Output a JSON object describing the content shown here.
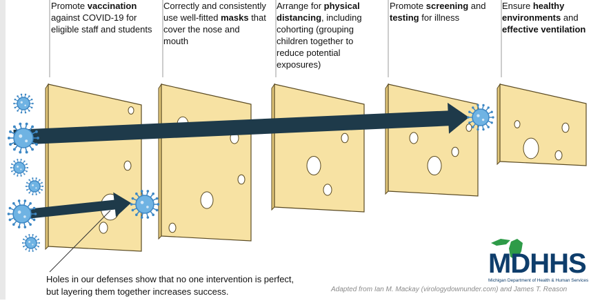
{
  "layers": [
    {
      "pre": "Promote ",
      "bold": "vaccination",
      "post": " against COVID-19 for eligible staff and students"
    },
    {
      "pre": "Correctly and consistently use well-fitted ",
      "bold": "masks",
      "post": " that cover the nose and mouth"
    },
    {
      "pre": "Arrange for ",
      "bold": "physical distancing",
      "post": ", including cohorting (grouping children together to reduce potential exposures)"
    },
    {
      "pre": "Promote ",
      "bold": "screening",
      "post": " and ",
      "bold2": "testing",
      "post2": " for illness"
    },
    {
      "pre": "Ensure ",
      "bold": "healthy environments",
      "post": " and ",
      "bold2": "effective ventilation",
      "post2": ""
    }
  ],
  "footnote": "Holes in our defenses show that no one intervention is perfect, but layering them together increases success.",
  "credit": "Adapted from Ian M. Mackay (virologydownunder.com) and James T. Reason",
  "logo": {
    "main": "MDHHS",
    "sub": "Michigan Department of Health & Human Services"
  },
  "colors": {
    "cheese": "#f7e2a3",
    "cheese_edge": "#5a4a22",
    "arrow": "#1e3a4a",
    "virus": "#3d87c4",
    "logo_blue": "#0e3d6b",
    "logo_green": "#2e9b48"
  }
}
